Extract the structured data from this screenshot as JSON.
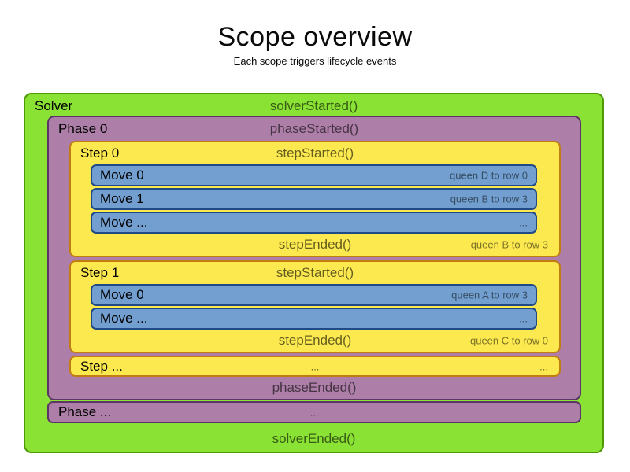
{
  "title": "Scope overview",
  "subtitle": "Each scope triggers lifecycle events",
  "palette": {
    "solver_fill": "#8ae234",
    "solver_border": "#4e9a06",
    "phase_fill": "#ad7fa8",
    "phase_border": "#5c3566",
    "step_fill": "#fce94f",
    "step_border": "#c17d11",
    "move_fill": "#729fcf",
    "move_border": "#204a87"
  },
  "solver": {
    "label": "Solver",
    "started_event": "solverStarted()",
    "ended_event": "solverEnded()",
    "phases": [
      {
        "label": "Phase 0",
        "started_event": "phaseStarted()",
        "ended_event": "phaseEnded()",
        "steps": [
          {
            "label": "Step 0",
            "started_event": "stepStarted()",
            "ended_event": "stepEnded()",
            "ended_annotation": "queen B to row 3",
            "moves": [
              {
                "label": "Move 0",
                "annotation": "queen D to row 0"
              },
              {
                "label": "Move 1",
                "annotation": "queen B to row 3"
              },
              {
                "label": "Move ...",
                "annotation": "..."
              }
            ]
          },
          {
            "label": "Step 1",
            "started_event": "stepStarted()",
            "ended_event": "stepEnded()",
            "ended_annotation": "queen C to row 0",
            "moves": [
              {
                "label": "Move 0",
                "annotation": "queen A to row 3"
              },
              {
                "label": "Move ...",
                "annotation": "..."
              }
            ]
          },
          {
            "label": "Step ...",
            "center_dots": "...",
            "right_dots": "..."
          }
        ]
      },
      {
        "label": "Phase ...",
        "center_dots": "..."
      }
    ]
  }
}
